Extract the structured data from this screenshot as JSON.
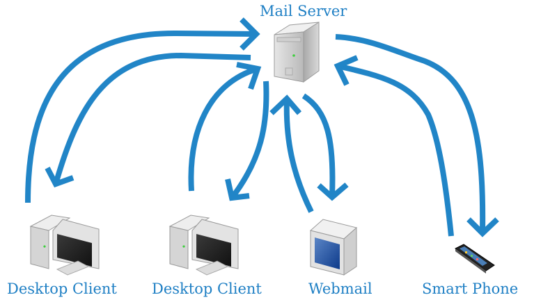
{
  "diagram": {
    "accent_color": "#2185c7",
    "nodes": {
      "server": {
        "label": "Mail Server",
        "icon": "server-tower-icon"
      },
      "desktop1": {
        "label": "Desktop Client",
        "icon": "desktop-computer-icon"
      },
      "desktop2": {
        "label": "Desktop Client",
        "icon": "desktop-computer-icon"
      },
      "webmail": {
        "label": "Webmail",
        "icon": "monitor-icon"
      },
      "phone": {
        "label": "Smart Phone",
        "icon": "smartphone-icon"
      }
    },
    "connections": [
      {
        "from": "Desktop Client",
        "to": "Mail Server"
      },
      {
        "from": "Mail Server",
        "to": "Desktop Client"
      },
      {
        "from": "Desktop Client",
        "to": "Mail Server"
      },
      {
        "from": "Mail Server",
        "to": "Desktop Client"
      },
      {
        "from": "Webmail",
        "to": "Mail Server"
      },
      {
        "from": "Mail Server",
        "to": "Webmail"
      },
      {
        "from": "Smart Phone",
        "to": "Mail Server"
      },
      {
        "from": "Mail Server",
        "to": "Smart Phone"
      }
    ]
  }
}
